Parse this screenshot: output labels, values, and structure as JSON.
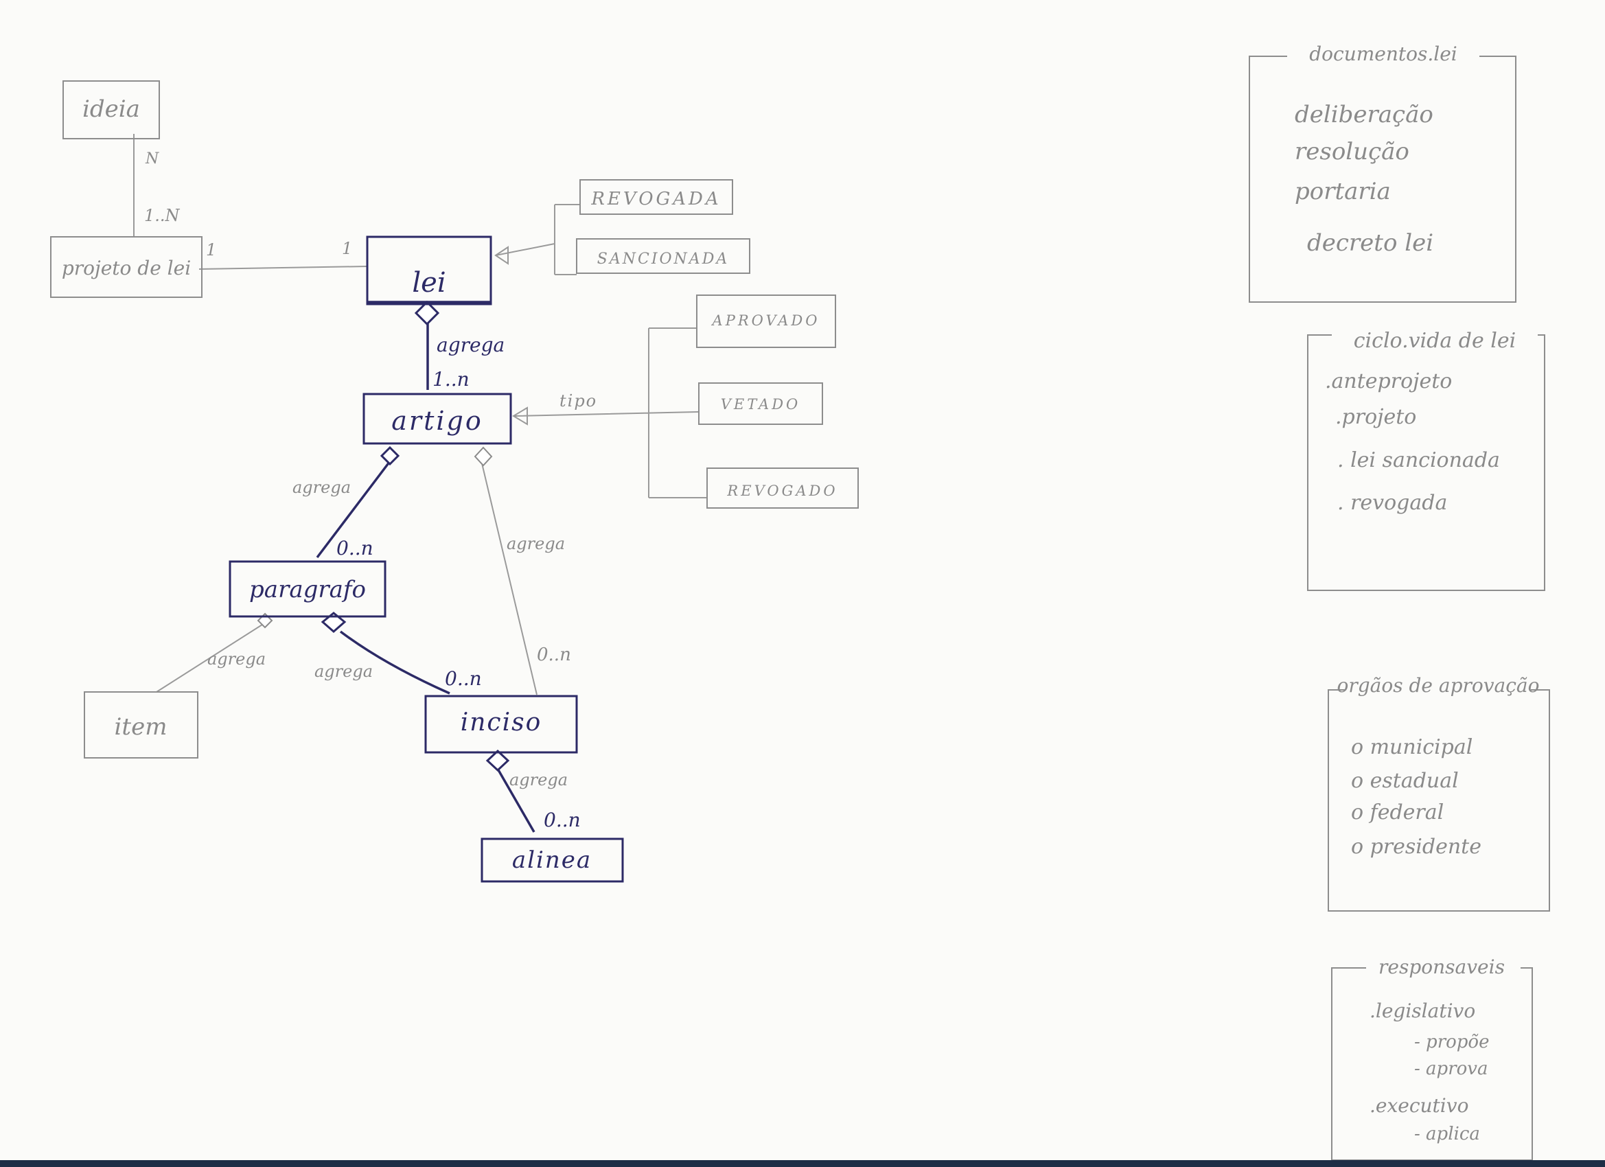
{
  "classes": {
    "ideia": "ideia",
    "projeto_de_lei": "projeto de lei",
    "lei": "lei",
    "revogada": "REVOGADA",
    "sancionada": "SANCIONADA",
    "artigo": "artigo",
    "aprovado": "APROVADO",
    "vetado": "VETADO",
    "revogado": "REVOGADO",
    "paragrafo": "paragrafo",
    "item": "item",
    "inciso": "inciso",
    "alinea": "alinea"
  },
  "edge_labels": {
    "ideia_projeto_n": "N",
    "ideia_projeto_1n": "1..N",
    "projeto_lei_1": "1",
    "lei_projeto_1": "1",
    "lei_artigo_agrega": "agrega",
    "lei_artigo_mult": "1..n",
    "artigo_tipo": "tipo",
    "artigo_paragrafo_agrega": "agrega",
    "artigo_paragrafo_mult": "0..n",
    "artigo_inciso_agrega": "agrega",
    "artigo_inciso_mult": "0..n",
    "paragrafo_item_agrega": "agrega",
    "paragrafo_inciso_agrega": "agrega",
    "paragrafo_inciso_mult": "0..n",
    "inciso_alinea_agrega": "agrega",
    "inciso_alinea_mult": "0..n"
  },
  "notes": [
    {
      "title": "documentos.lei",
      "items": [
        "deliberação",
        "resolução",
        "portaria",
        "decreto lei"
      ]
    },
    {
      "title": "ciclo.vida de lei",
      "items": [
        ".anteprojeto",
        ".projeto",
        ". lei sancionada",
        ". revogada"
      ]
    },
    {
      "title": "orgãos de aprovação",
      "items": [
        "o municipal",
        "o estadual",
        "o federal",
        "o presidente"
      ]
    },
    {
      "title": "responsaveis",
      "items": [
        ".legislativo",
        "- propõe",
        "- aprova",
        ".executivo",
        "- aplica"
      ]
    }
  ]
}
